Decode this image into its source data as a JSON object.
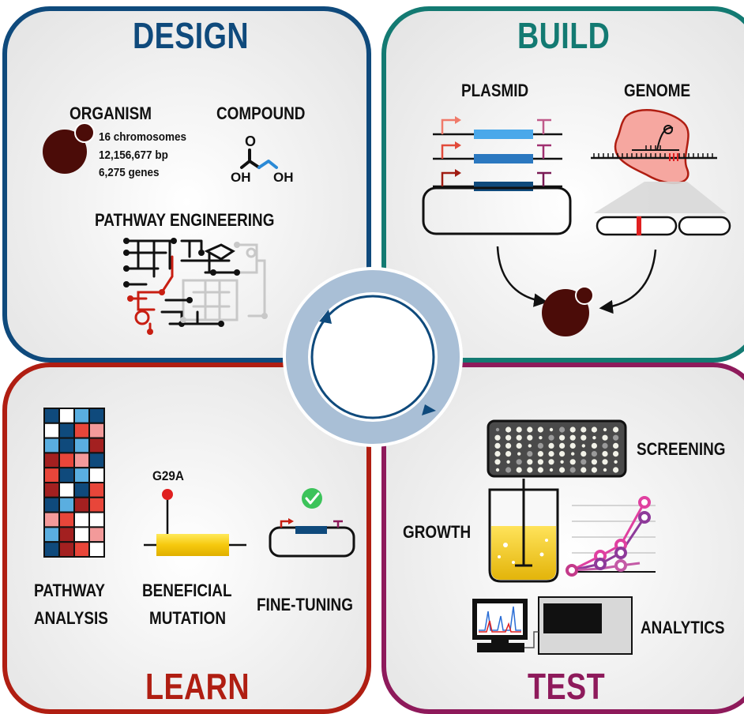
{
  "quadrants": {
    "design": {
      "title": "DESIGN",
      "color": "#0f4a7c",
      "organism_label": "ORGANISM",
      "organism_stats": [
        "16 chromosomes",
        "12,156,677 bp",
        "6,275 genes"
      ],
      "compound_label": "COMPOUND",
      "compound_atoms": [
        "O",
        "OH",
        "OH"
      ],
      "pathway_label": "PATHWAY ENGINEERING"
    },
    "build": {
      "title": "BUILD",
      "color": "#137a72",
      "plasmid_label": "PLASMID",
      "genome_label": "GENOME"
    },
    "learn": {
      "title": "LEARN",
      "color": "#b01e12",
      "pathway_analysis_label": [
        "PATHWAY",
        "ANALYSIS"
      ],
      "mutation_tag": "G29A",
      "beneficial_mutation_label": [
        "BENEFICIAL",
        "MUTATION"
      ],
      "fine_tuning_label": "FINE-TUNING"
    },
    "test": {
      "title": "TEST",
      "color": "#8e1a5b",
      "screening_label": "SCREENING",
      "growth_label": "GROWTH",
      "analytics_label": "ANALYTICS"
    }
  },
  "heatmap": {
    "palette": {
      "1": "#0f4a7c",
      "2": "#5aaee0",
      "3": "#a32020",
      "4": "#e8463a",
      "5": "#f39a9a",
      "0": "#ffffff"
    },
    "rows": [
      [
        1,
        0,
        2,
        1
      ],
      [
        0,
        1,
        4,
        5
      ],
      [
        2,
        1,
        2,
        3
      ],
      [
        3,
        4,
        5,
        1
      ],
      [
        4,
        1,
        2,
        0
      ],
      [
        3,
        0,
        1,
        4
      ],
      [
        1,
        2,
        3,
        4
      ],
      [
        5,
        4,
        0,
        0
      ],
      [
        2,
        3,
        0,
        5
      ],
      [
        1,
        3,
        4,
        0
      ]
    ]
  },
  "colors": {
    "yeast": "#4b0c08",
    "cycle_ring": "#a9bfd6",
    "cycle_arrow": "#0f4a7c"
  }
}
